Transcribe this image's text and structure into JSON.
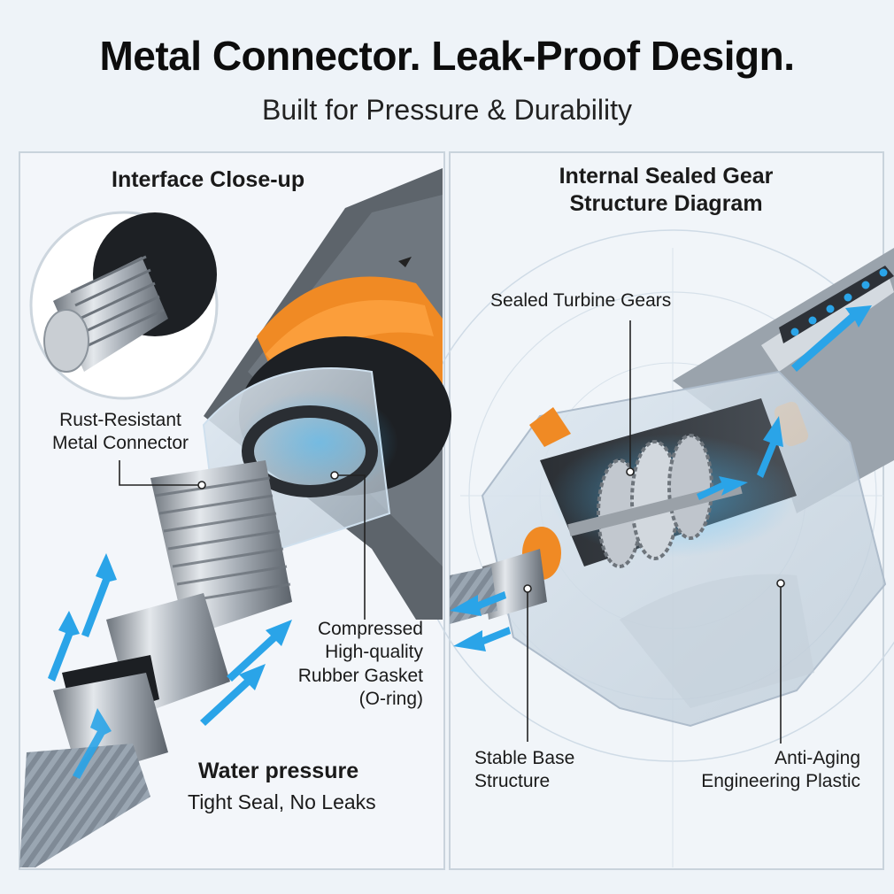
{
  "header": {
    "title": "Metal Connector. Leak-Proof Design.",
    "subtitle": "Built for Pressure & Durability"
  },
  "left_panel": {
    "title": "Interface Close-up",
    "callout_connector": [
      "Rust-Resistant",
      "Metal Connector"
    ],
    "callout_gasket": [
      "Compressed",
      "High-quality",
      "Rubber Gasket",
      "(O-ring)"
    ],
    "footer_title": "Water pressure",
    "footer_text": "Tight Seal, No Leaks"
  },
  "right_panel": {
    "title": [
      "Internal Sealed Gear",
      "Structure Diagram"
    ],
    "callout_gears": "Sealed Turbine Gears",
    "callout_base": [
      "Stable Base",
      "Structure"
    ],
    "callout_plastic": [
      "Anti-Aging",
      "Engineering Plastic"
    ]
  },
  "colors": {
    "accent": "#f08a24",
    "flow": "#2aa4e8",
    "metal": "#a9b0b8",
    "background": "#eef3f8"
  }
}
